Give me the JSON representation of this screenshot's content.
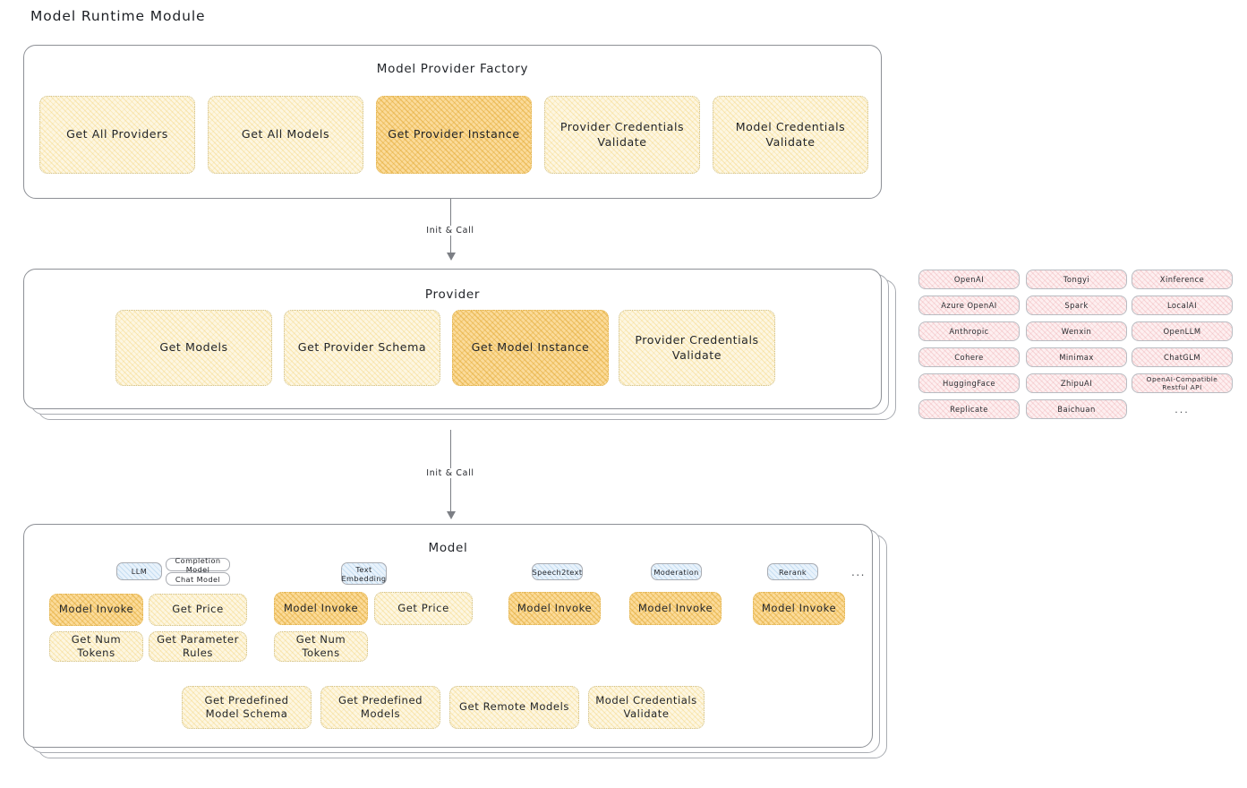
{
  "page": {
    "title": "Model Runtime Module"
  },
  "factory": {
    "title": "Model Provider Factory",
    "nodes": [
      {
        "label": "Get All Providers",
        "highlight": false
      },
      {
        "label": "Get All Models",
        "highlight": false
      },
      {
        "label": "Get Provider Instance",
        "highlight": true
      },
      {
        "label": "Provider Credentials Validate",
        "highlight": false
      },
      {
        "label": "Model Credentials Validate",
        "highlight": false
      }
    ]
  },
  "arrow1": {
    "label": "Init & Call"
  },
  "provider": {
    "title": "Provider",
    "nodes": [
      {
        "label": "Get Models",
        "highlight": false
      },
      {
        "label": "Get Provider Schema",
        "highlight": false
      },
      {
        "label": "Get Model Instance",
        "highlight": true
      },
      {
        "label": "Provider Credentials Validate",
        "highlight": false
      }
    ]
  },
  "arrow2": {
    "label": "Init & Call"
  },
  "provider_list": {
    "column1": [
      "OpenAI",
      "Azure OpenAI",
      "Anthropic",
      "Cohere",
      "HuggingFace",
      "Replicate"
    ],
    "column2": [
      "Tongyi",
      "Spark",
      "Wenxin",
      "Minimax",
      "ZhipuAI",
      "Baichuan"
    ],
    "column3": [
      "Xinference",
      "LocalAI",
      "OpenLLM",
      "ChatGLM",
      "OpenAI-Compatible Restful API"
    ],
    "more": "..."
  },
  "model": {
    "title": "Model",
    "more": "...",
    "types": [
      {
        "name": "LLM",
        "sub_badges": [
          "Completion Model",
          "Chat Model"
        ],
        "nodes": [
          {
            "label": "Model Invoke",
            "highlight": true
          },
          {
            "label": "Get Price",
            "highlight": false
          },
          {
            "label": "Get Num Tokens",
            "highlight": false
          },
          {
            "label": "Get Parameter Rules",
            "highlight": false
          }
        ]
      },
      {
        "name": "Text Embedding",
        "sub_badges": [],
        "nodes": [
          {
            "label": "Model Invoke",
            "highlight": true
          },
          {
            "label": "Get Price",
            "highlight": false
          },
          {
            "label": "Get Num Tokens",
            "highlight": false
          }
        ]
      },
      {
        "name": "Speech2text",
        "sub_badges": [],
        "nodes": [
          {
            "label": "Model Invoke",
            "highlight": true
          }
        ]
      },
      {
        "name": "Moderation",
        "sub_badges": [],
        "nodes": [
          {
            "label": "Model Invoke",
            "highlight": true
          }
        ]
      },
      {
        "name": "Rerank",
        "sub_badges": [],
        "nodes": [
          {
            "label": "Model Invoke",
            "highlight": true
          }
        ]
      }
    ],
    "common_nodes": [
      {
        "label": "Get Predefined Model Schema"
      },
      {
        "label": "Get Predefined Models"
      },
      {
        "label": "Get Remote Models"
      },
      {
        "label": "Model Credentials Validate"
      }
    ]
  },
  "colors": {
    "node_fill": "#fdf6e1",
    "node_highlight_fill": "#fbdb9a",
    "provider_pill_fill": "#fdeff0",
    "badge_fill": "#e8f2fb",
    "border": "#8d9096"
  }
}
